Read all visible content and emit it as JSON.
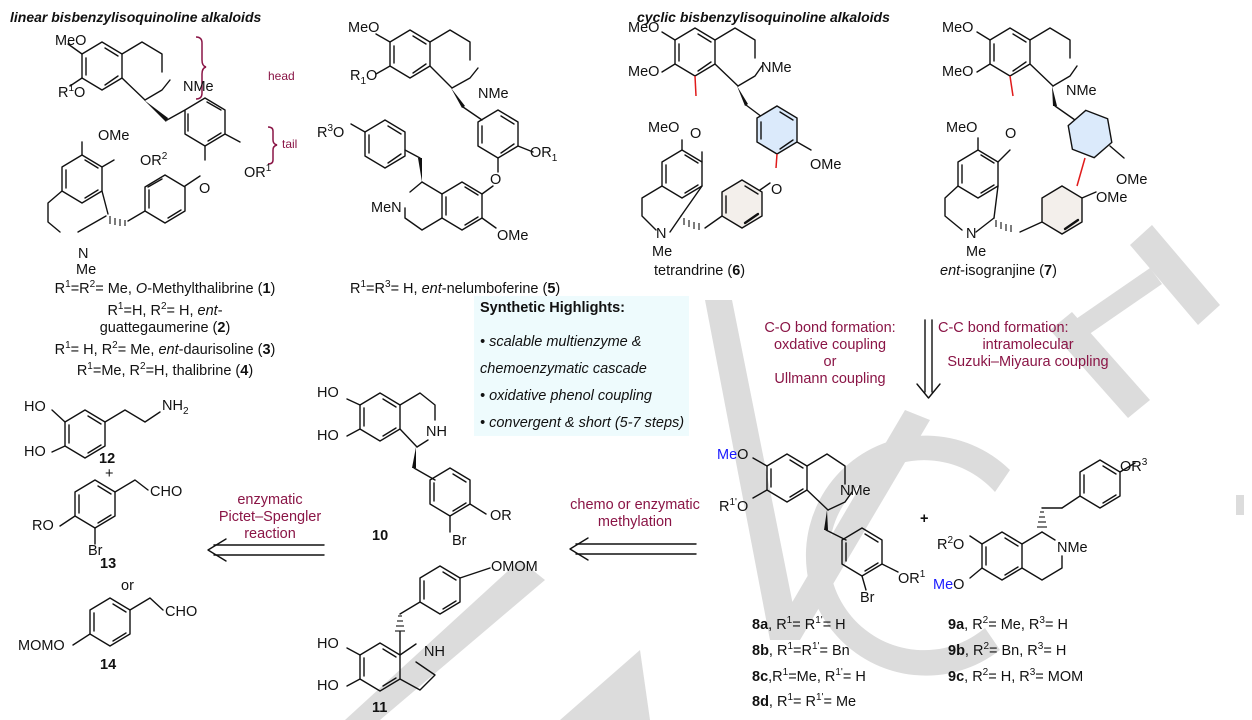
{
  "sections": {
    "linear_title": "linear bisbenzylisoquinoline alkaloids",
    "cyclic_title": "cyclic bisbenzylisoquinoline alkaloids"
  },
  "annotations": {
    "head": "head",
    "tail": "tail"
  },
  "compounds": {
    "c1_4": {
      "lines": [
        {
          "parts": [
            [
              "R",
              ""
            ],
            [
              "1",
              "sup"
            ],
            [
              "=R",
              ""
            ],
            [
              "2",
              "sup"
            ],
            [
              "= Me, ",
              ""
            ],
            [
              "O",
              "i"
            ],
            [
              "-Methylthalibrine (",
              ""
            ],
            [
              "1",
              "b"
            ],
            [
              ")",
              ""
            ]
          ]
        },
        {
          "parts": [
            [
              "R",
              ""
            ],
            [
              "1",
              "sup"
            ],
            [
              "=H, R",
              ""
            ],
            [
              "2",
              "sup"
            ],
            [
              "= H, ",
              ""
            ],
            [
              "ent",
              "i"
            ],
            [
              "-",
              ""
            ]
          ]
        },
        {
          "parts": [
            [
              "guattegaumerine (",
              ""
            ],
            [
              "2",
              "b"
            ],
            [
              ")",
              ""
            ]
          ]
        },
        {
          "parts": [
            [
              "R",
              ""
            ],
            [
              "1",
              "sup"
            ],
            [
              "= H, R",
              ""
            ],
            [
              "2",
              "sup"
            ],
            [
              "= Me, ",
              ""
            ],
            [
              "ent",
              "i"
            ],
            [
              "-daurisoline (",
              ""
            ],
            [
              "3",
              "b"
            ],
            [
              ")",
              ""
            ]
          ]
        },
        {
          "parts": [
            [
              "R",
              ""
            ],
            [
              "1",
              "sup"
            ],
            [
              "=Me, R",
              ""
            ],
            [
              "2",
              "sup"
            ],
            [
              "=H, thalibrine (",
              ""
            ],
            [
              "4",
              "b"
            ],
            [
              ")",
              ""
            ]
          ]
        }
      ]
    },
    "c5": {
      "parts": [
        [
          "R",
          ""
        ],
        [
          "1",
          "sup"
        ],
        [
          "=R",
          ""
        ],
        [
          "3",
          "sup"
        ],
        [
          "= H, ",
          ""
        ],
        [
          "ent",
          "i"
        ],
        [
          "-nelumboferine (",
          ""
        ],
        [
          "5",
          "b"
        ],
        [
          ")",
          ""
        ]
      ]
    },
    "c6": {
      "parts": [
        [
          "tetrandrine (",
          ""
        ],
        [
          "6",
          "b"
        ],
        [
          ")",
          ""
        ]
      ]
    },
    "c7": {
      "parts": [
        [
          "ent",
          "i"
        ],
        [
          "-isogranjine (",
          ""
        ],
        [
          "7",
          "b"
        ],
        [
          ")",
          ""
        ]
      ]
    },
    "c8": {
      "lines": [
        {
          "parts": [
            [
              "8a",
              "b"
            ],
            [
              ", R",
              ""
            ],
            [
              "1",
              "sup"
            ],
            [
              "= R",
              ""
            ],
            [
              "1'",
              "sup"
            ],
            [
              "= H",
              ""
            ]
          ]
        },
        {
          "parts": [
            [
              "8b",
              "b"
            ],
            [
              ", R",
              ""
            ],
            [
              "1",
              "sup"
            ],
            [
              "=R",
              ""
            ],
            [
              "1'",
              "sup"
            ],
            [
              "= Bn",
              ""
            ]
          ]
        },
        {
          "parts": [
            [
              "8c",
              "b"
            ],
            [
              ",R",
              ""
            ],
            [
              "1",
              "sup"
            ],
            [
              "=Me, R",
              ""
            ],
            [
              "1'",
              "sup"
            ],
            [
              "= H",
              ""
            ]
          ]
        },
        {
          "parts": [
            [
              "8d",
              "b"
            ],
            [
              ", R",
              ""
            ],
            [
              "1",
              "sup"
            ],
            [
              "= R",
              ""
            ],
            [
              "1'",
              "sup"
            ],
            [
              "= Me",
              ""
            ]
          ]
        }
      ]
    },
    "c9": {
      "lines": [
        {
          "parts": [
            [
              "9a",
              "b"
            ],
            [
              ", R",
              ""
            ],
            [
              "2",
              "sup"
            ],
            [
              "= Me, R",
              ""
            ],
            [
              "3",
              "sup"
            ],
            [
              "= H",
              ""
            ]
          ]
        },
        {
          "parts": [
            [
              "9b",
              "b"
            ],
            [
              ", R",
              ""
            ],
            [
              "2",
              "sup"
            ],
            [
              "= Bn, R",
              ""
            ],
            [
              "3",
              "sup"
            ],
            [
              "= H",
              ""
            ]
          ]
        },
        {
          "parts": [
            [
              "9c",
              "b"
            ],
            [
              ", R",
              ""
            ],
            [
              "2",
              "sup"
            ],
            [
              "= H, R",
              ""
            ],
            [
              "3",
              "sup"
            ],
            [
              "= MOM",
              ""
            ]
          ]
        }
      ]
    },
    "c10": "10",
    "c11": "11",
    "c12": "12",
    "c13": "13",
    "c14": "14",
    "plus": "+",
    "or": "or",
    "plus_bold": "+"
  },
  "highlights": {
    "title": "Synthetic Highlights:",
    "items": [
      "• scalable multienzyme &",
      "chemoenzymatic cascade",
      "• oxidative phenol coupling",
      "• convergent & short (5-7 steps)"
    ]
  },
  "conditions": {
    "co_bond": [
      "C-O bond formation:",
      "oxdative coupling",
      "or",
      "Ullmann coupling"
    ],
    "cc_bond": [
      "C-C bond formation:",
      "intramolecular",
      "Suzuki–Miyaura coupling"
    ],
    "methylation": [
      "chemo or enzymatic",
      "methylation"
    ],
    "pictet": [
      "enzymatic",
      "Pictet–Spengler",
      "reaction"
    ]
  },
  "atoms": {
    "MeO": "MeO",
    "Me": "Me",
    "O": "O",
    "NMe": "NMe",
    "MeN": "MeN",
    "NH": "NH",
    "N": "N",
    "OMe": "OMe",
    "HO": "HO",
    "RO": "RO",
    "OR": "OR",
    "Br": "Br",
    "CHO": "CHO",
    "MOMO": "MOMO",
    "OMOM": "OMOM",
    "NH2": "NH",
    "two": "2",
    "R": "R",
    "one": "1",
    "two_sup": "2",
    "three": "3",
    "one_prime": "1'",
    "one_sub": "1"
  },
  "colors": {
    "maroon": "#8a1546",
    "new_bond_red": "#e01b1b",
    "highlight_bg": "#eefbfd",
    "ring_blue": "#dbeafb",
    "ring_tan": "#f3efeb",
    "methyl_blue": "#1a1aff",
    "watermark": "#d9d9d9"
  }
}
